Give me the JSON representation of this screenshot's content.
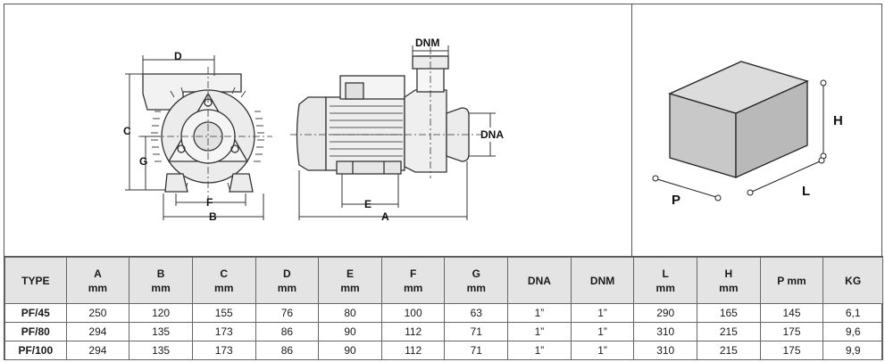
{
  "pump_drawing": {
    "labels": {
      "D": "D",
      "C": "C",
      "G": "G",
      "F": "F",
      "B": "B",
      "DNM": "DNM",
      "DNA": "DNA",
      "E": "E",
      "A": "A"
    }
  },
  "box_drawing": {
    "labels": {
      "H": "H",
      "L": "L",
      "P": "P"
    }
  },
  "table": {
    "headers": [
      {
        "name": "TYPE",
        "unit": ""
      },
      {
        "name": "A",
        "unit": "mm"
      },
      {
        "name": "B",
        "unit": "mm"
      },
      {
        "name": "C",
        "unit": "mm"
      },
      {
        "name": "D",
        "unit": "mm"
      },
      {
        "name": "E",
        "unit": "mm"
      },
      {
        "name": "F",
        "unit": "mm"
      },
      {
        "name": "G",
        "unit": "mm"
      },
      {
        "name": "DNA",
        "unit": ""
      },
      {
        "name": "DNM",
        "unit": ""
      },
      {
        "name": "L",
        "unit": "mm"
      },
      {
        "name": "H",
        "unit": "mm"
      },
      {
        "name": "P mm",
        "unit": ""
      },
      {
        "name": "KG",
        "unit": ""
      }
    ],
    "rows": [
      [
        "PF/45",
        "250",
        "120",
        "155",
        "76",
        "80",
        "100",
        "63",
        "1”",
        "1”",
        "290",
        "165",
        "145",
        "6,1"
      ],
      [
        "PF/80",
        "294",
        "135",
        "173",
        "86",
        "90",
        "112",
        "71",
        "1”",
        "1”",
        "310",
        "215",
        "175",
        "9,6"
      ],
      [
        "PF/100",
        "294",
        "135",
        "173",
        "86",
        "90",
        "112",
        "71",
        "1”",
        "1”",
        "310",
        "215",
        "175",
        "9,9"
      ]
    ]
  }
}
